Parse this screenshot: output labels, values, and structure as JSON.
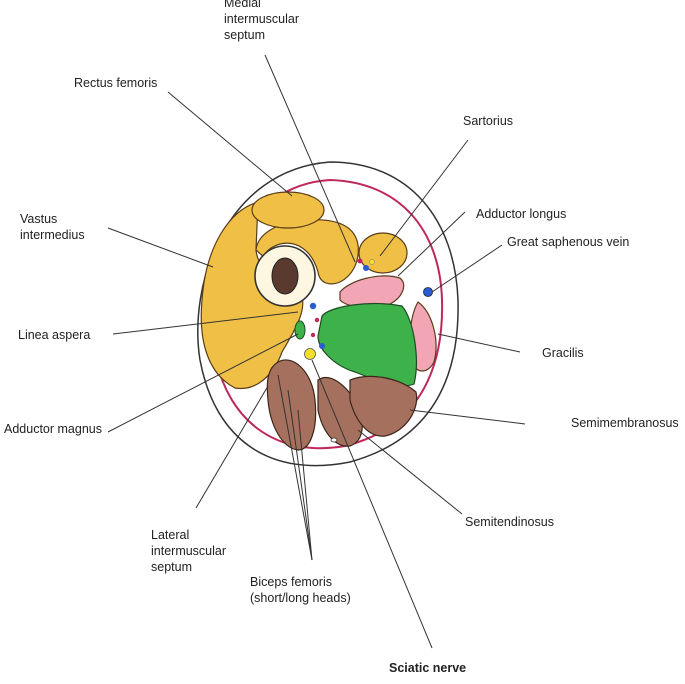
{
  "labels": {
    "medial_septum": [
      "Medial",
      "intermuscular",
      "septum"
    ],
    "rectus_femoris": "Rectus femoris",
    "sartorius": "Sartorius",
    "vastus_intermedius": [
      "Vastus",
      "intermedius"
    ],
    "adductor_longus": "Adductor longus",
    "great_saphenous_vein": "Great saphenous vein",
    "linea_aspera": "Linea aspera",
    "gracilis": "Gracilis",
    "adductor_magnus": "Adductor magnus",
    "semimembranosus": "Semimembranosus",
    "semitendinosus": "Semitendinosus",
    "lateral_septum": [
      "Lateral",
      "intermuscular",
      "septum"
    ],
    "biceps_femoris": [
      "Biceps femoris",
      "(short/long heads)"
    ],
    "sciatic_nerve": "Sciatic nerve"
  },
  "colors": {
    "quadriceps": "#f0bf45",
    "adductor_magnus": "#3db24a",
    "hamstrings": "#a5705e",
    "pink_muscle": "#f2a5b5",
    "fascia": "#c0285a",
    "vessel_blue": "#2a5bd0",
    "nerve_yellow": "#f4e02a",
    "bone": "#5a3a2e"
  }
}
